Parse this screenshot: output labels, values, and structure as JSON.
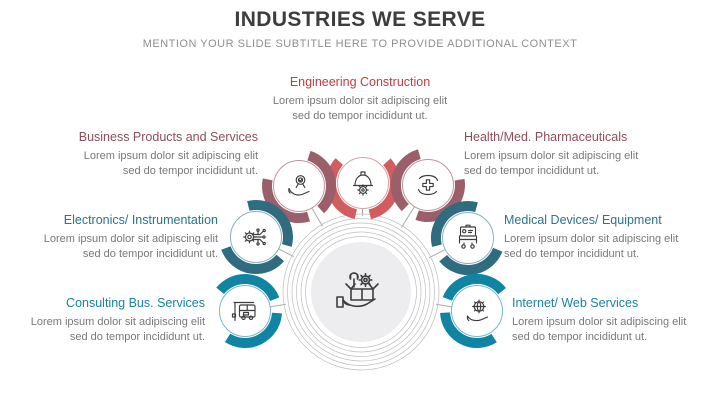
{
  "slide": {
    "title": "INDUSTRIES WE SERVE",
    "subtitle": "MENTION YOUR SLIDE SUBTITLE HERE TO PROVIDE ADDITIONAL CONTEXT"
  },
  "center": {
    "icon": "hand-box-wrench-gear-icon",
    "disc_color": "#ededef",
    "ring_color": "#c0c0c0"
  },
  "industries": [
    {
      "name": "Engineering Construction",
      "description": "Lorem ipsum dolor sit adipiscing elit sed do tempor incididunt ut.",
      "icon": "hard-hat-gear-icon",
      "title_color": "#c43c3c",
      "arc_color": "#d15d5e",
      "circle_outline_color": "#d9a2a3"
    },
    {
      "name": "Business Products and Services",
      "description": "Lorem ipsum dolor sit adipiscing elit sed do tempor incididunt ut.",
      "icon": "hand-award-icon",
      "title_color": "#8d4d5a",
      "arc_color": "#9a5f6b",
      "circle_outline_color": "#bd95a0"
    },
    {
      "name": "Health/Med. Pharmaceuticals",
      "description": "Lorem ipsum dolor sit adipiscing elit sed do tempor incididunt ut.",
      "icon": "hands-medical-cross-icon",
      "title_color": "#8d4d5a",
      "arc_color": "#9a5f6b",
      "circle_outline_color": "#bd95a0"
    },
    {
      "name": "Electronics/ Instrumentation",
      "description": "Lorem ipsum dolor sit adipiscing elit sed do tempor incididunt ut.",
      "icon": "gear-circuit-icon",
      "title_color": "#2b7488",
      "arc_color": "#2f6c80",
      "circle_outline_color": "#8daeb9"
    },
    {
      "name": "Medical Devices/ Equipment",
      "description": "Lorem ipsum dolor sit adipiscing elit sed do tempor incididunt ut.",
      "icon": "medical-equipment-cart-icon",
      "title_color": "#2b7488",
      "arc_color": "#2f6c80",
      "circle_outline_color": "#8daeb9"
    },
    {
      "name": "Consulting Bus. Services",
      "description": "Lorem ipsum dolor sit adipiscing elit sed do tempor incididunt ut.",
      "icon": "bus-shelter-icon",
      "title_color": "#1884a4",
      "arc_color": "#0f84a3",
      "circle_outline_color": "#79b6c8"
    },
    {
      "name": "Internet/ Web Services",
      "description": "Lorem ipsum dolor sit adipiscing elit sed do tempor incididunt ut.",
      "icon": "hand-globe-gear-icon",
      "title_color": "#1884a4",
      "arc_color": "#0f84a3",
      "circle_outline_color": "#79b6c8"
    }
  ]
}
